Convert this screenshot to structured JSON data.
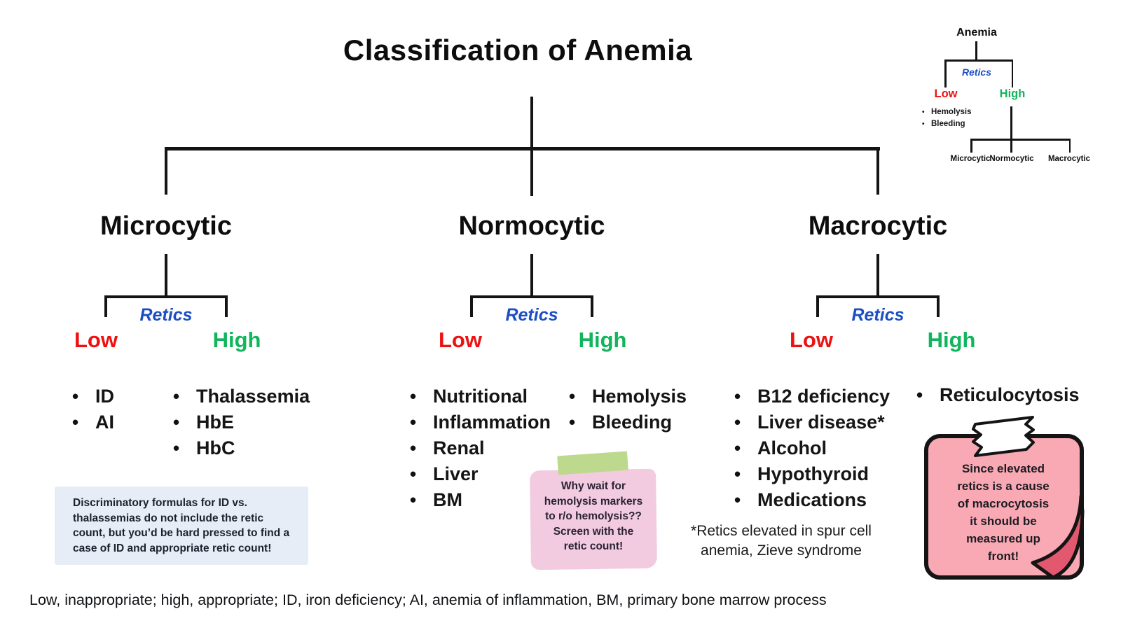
{
  "title": "Classification of Anemia",
  "retic_branch": {
    "label": "Retics",
    "low": "Low",
    "high": "High"
  },
  "columns": [
    {
      "name": "Microcytic",
      "low_items": [
        "ID",
        "AI"
      ],
      "high_items": [
        "Thalassemia",
        "HbE",
        "HbC"
      ]
    },
    {
      "name": "Normocytic",
      "low_items": [
        "Nutritional",
        "Inflammation",
        "Renal",
        "Liver",
        "BM"
      ],
      "high_items": [
        "Hemolysis",
        "Bleeding"
      ]
    },
    {
      "name": "Macrocytic",
      "low_items": [
        "B12 deficiency",
        "Liver disease*",
        "Alcohol",
        "Hypothyroid",
        "Medications"
      ],
      "high_items": [
        "Reticulocytosis"
      ]
    }
  ],
  "notes": {
    "microcytic_box": "Discriminatory formulas for ID vs. thalassemias do not include the retic count, but  you’d be hard pressed to find a case of ID and appropriate retic count!",
    "normocytic_sticky_lines": [
      "Why wait for",
      "hemolysis markers",
      "to r/o hemolysis??",
      "Screen with the",
      "retic count!"
    ],
    "macrocytic_footnote": "*Retics elevated in spur cell anemia, Zieve syndrome",
    "macrocytic_note_lines": [
      "Since elevated",
      "retics is a cause",
      "of macrocytosis",
      "it should be",
      "measured up",
      "front!"
    ]
  },
  "mini_diagram": {
    "root": "Anemia",
    "retics": "Retics",
    "low": "Low",
    "high": "High",
    "low_items": [
      "Hemolysis",
      "Bleeding"
    ],
    "leaves": [
      "Microcytic",
      "Normocytic",
      "Macrocytic"
    ]
  },
  "footer": "Low, inappropriate; high, appropriate; ID, iron deficiency; AI, anemia of inflammation, BM, primary bone marrow process",
  "colors": {
    "low": "#ee1111",
    "high": "#10b55c",
    "retics": "#1d4fc4",
    "note_box_bg": "#e7edf6",
    "sticky_bg": "#f2cbe0",
    "tape_green": "#bdd98d",
    "drawn_note_bg": "#f9a9b4",
    "drawn_note_fold": "#e1586f",
    "line": "#141414"
  }
}
